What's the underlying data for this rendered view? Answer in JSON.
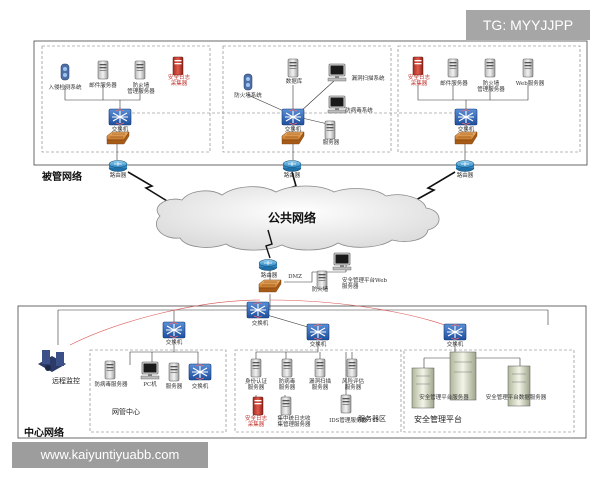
{
  "top": {
    "region_label": "被管网络",
    "g1": {
      "a": "入侵检测系统",
      "b": "邮件服务器",
      "c": "防火墙\n管理服务器",
      "d": "安全日志\n采集器",
      "switch": "交换机",
      "router": "路由器"
    },
    "g2": {
      "a": "防火墙系统",
      "b": "数据库",
      "c": "漏洞扫描系统",
      "d": "防病毒系统",
      "e": "服务器",
      "switch": "交换机",
      "router": "路由器"
    },
    "g3": {
      "a": "安全日志\n采集器",
      "b": "邮件服务器",
      "c": "防火墙\n管理服务器",
      "d": "Web服务器",
      "switch": "交换机",
      "router": "路由器"
    }
  },
  "cloud": {
    "label": "公共网络"
  },
  "gateway": {
    "router": "路由器",
    "dmz": "DMZ",
    "server": "安全管理平台Web\n服务器",
    "firewall": "防火墙"
  },
  "center": {
    "region_label": "中心网络",
    "core_switch": "交换机",
    "remote": "远程监控",
    "mgmt": {
      "title": "网管中心",
      "switch": "交换机",
      "a": "防病毒服务器",
      "b": "PC机",
      "c": "服务器",
      "d": "交换机"
    },
    "servers": {
      "title": "服务器区",
      "switch": "交换机",
      "a": "身份认证\n服务器",
      "b": "防病毒\n服务器",
      "c": "漏洞扫描\n服务器",
      "d": "风险评估\n服务器",
      "e": "安全日志\n采集器",
      "f": "集中统日志收\n集管理服务器",
      "g": "IDS管理服务器"
    },
    "platform": {
      "title": "安全管理平台",
      "switch": "交换机",
      "a": "安全管理平台服务器",
      "b": "安全管理平台数据服务器"
    }
  },
  "watermarks": {
    "tg": "TG: MYYJJPP",
    "url": "www.kaiyuntiyuabb.com"
  }
}
